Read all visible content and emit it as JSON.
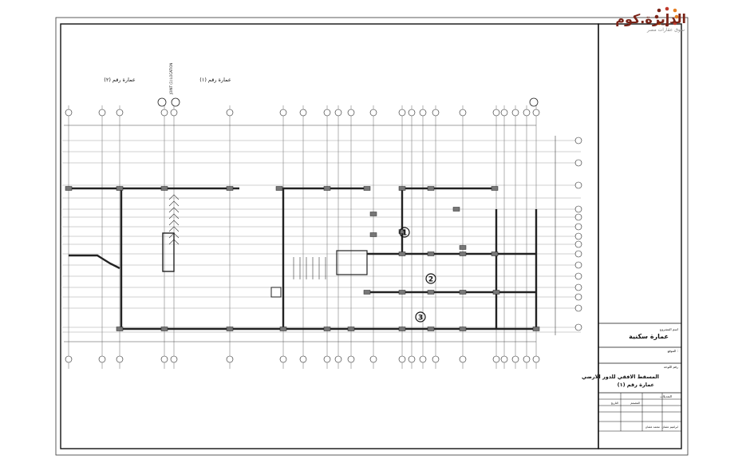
{
  "logo": {
    "name": "الدايرة.كوم",
    "tagline": "سوق عقارات مصر"
  },
  "top_labels": {
    "building_two": "عمارة رقم (٢)",
    "building_one": "عمارة رقم (١)",
    "joint": "JOINT (1) LOCATION"
  },
  "room_markers": [
    "1",
    "2",
    "3"
  ],
  "title_block": {
    "owner_label": "اسم المشروع",
    "project_title": "عمارة سكنية",
    "location_label": "الموقع :",
    "drawing_no_label": "رقم اللوحة",
    "drawing_title_line1": "المسقط الافقي للدور الارضي",
    "drawing_title_line2": "عمارة رقم (١)",
    "revisions_label": "التعديلات",
    "designer_label": "المصمم",
    "designer_name": "ابراهيم عثمان",
    "checker_name": "محمد عثمان",
    "date_label": "التاريخ"
  }
}
